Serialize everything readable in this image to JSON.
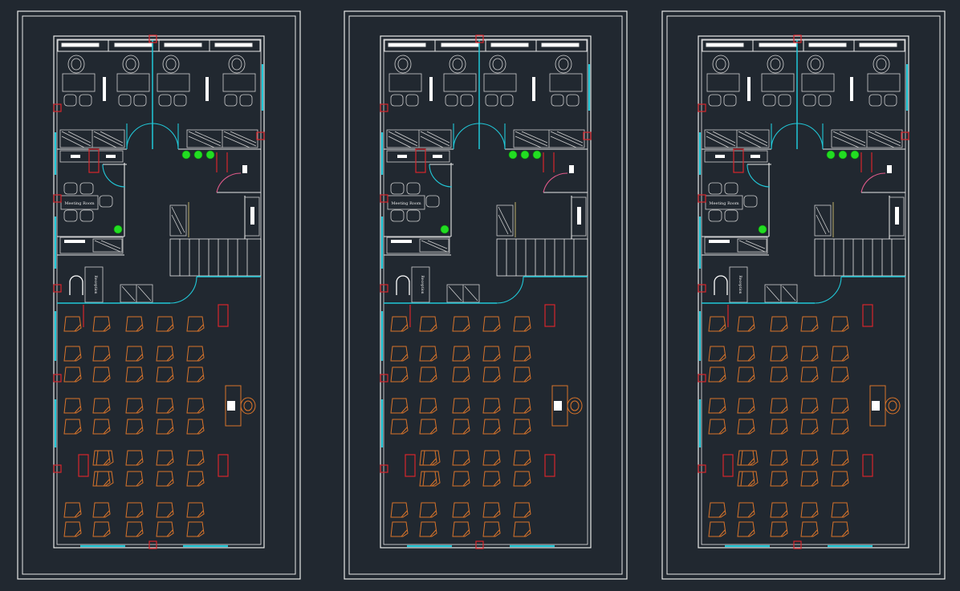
{
  "drawing": {
    "sheets": [
      {
        "id": "sheet-1",
        "meeting_room_label": "Meeting Room",
        "reception_label": "Reception"
      },
      {
        "id": "sheet-2",
        "meeting_room_label": "Meeting Room",
        "reception_label": "Reception"
      },
      {
        "id": "sheet-3",
        "meeting_room_label": "Meeting Room",
        "reception_label": "Reception"
      }
    ],
    "colors": {
      "background": "#212830",
      "walls": "#e8e8e8",
      "windows": "#21c8d8",
      "columns": "#d8262c",
      "chairs": "#d9742a",
      "plants": "#22dd22",
      "doors": "#21c8d8"
    },
    "icons": [
      "office-chair-icon",
      "desk-icon",
      "plant-icon",
      "stair-icon",
      "column-icon",
      "window-icon",
      "door-swing-icon"
    ]
  }
}
